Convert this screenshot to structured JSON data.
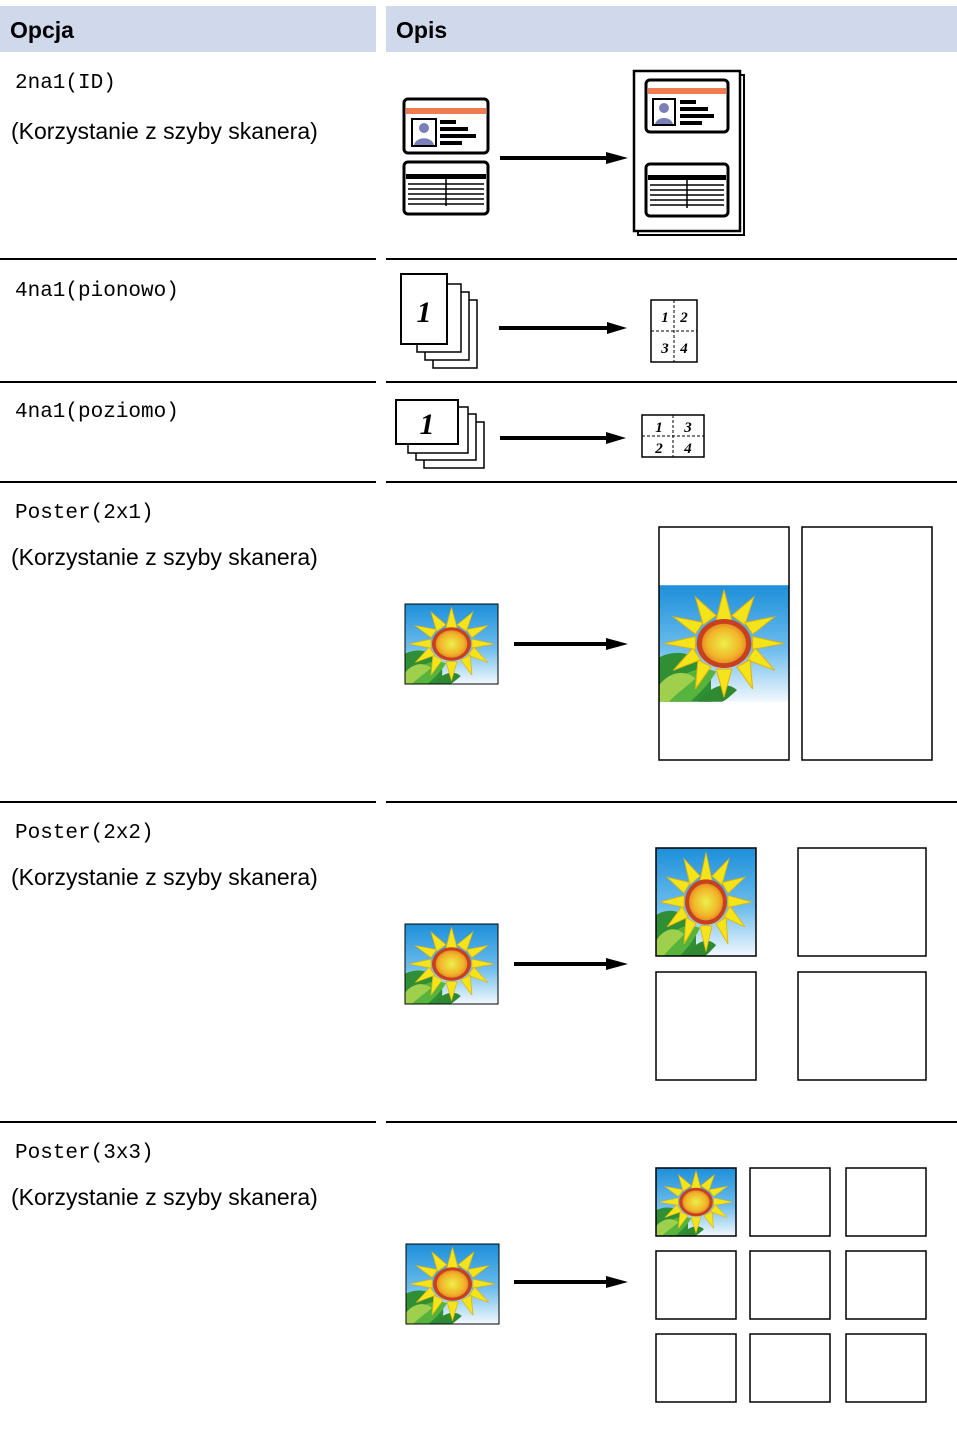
{
  "table": {
    "headers": {
      "option": "Opcja",
      "description": "Opis"
    },
    "rows": [
      {
        "option": "2na1(ID)",
        "note": "(Korzystanie z szyby skanera)",
        "figure": "id-card-2in1-figure"
      },
      {
        "option": "4na1(pionowo)",
        "note": "",
        "figure": "4in1-portrait-figure",
        "cells": [
          "1",
          "2",
          "3",
          "4"
        ]
      },
      {
        "option": "4na1(poziomo)",
        "note": "",
        "figure": "4in1-landscape-figure",
        "cells": [
          "1",
          "3",
          "2",
          "4"
        ]
      },
      {
        "option": "Poster(2x1)",
        "note": "(Korzystanie z szyby skanera)",
        "figure": "poster-2x1-figure"
      },
      {
        "option": "Poster(2x2)",
        "note": "(Korzystanie z szyby skanera)",
        "figure": "poster-2x2-figure"
      },
      {
        "option": "Poster(3x3)",
        "note": "(Korzystanie z szyby skanera)",
        "figure": "poster-3x3-figure"
      }
    ]
  },
  "colors": {
    "header_bg": "#cfd9eb",
    "id_stripe": "#ef7b50",
    "sky": "#2a9be0",
    "petal": "#f6e51a",
    "leaf": "#3a9c3c"
  }
}
